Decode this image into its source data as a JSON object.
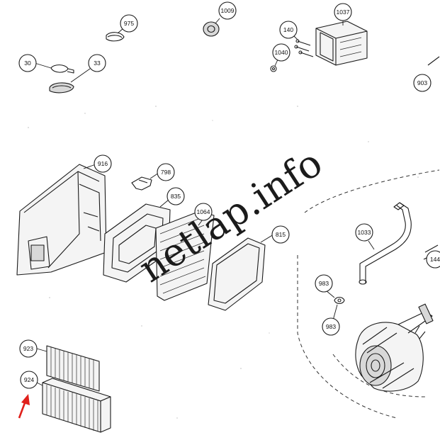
{
  "callouts": [
    {
      "id": "c-1009",
      "label": "1009"
    },
    {
      "id": "c-975",
      "label": "975"
    },
    {
      "id": "c-1037",
      "label": "1037"
    },
    {
      "id": "c-140",
      "label": "140"
    },
    {
      "id": "c-1040",
      "label": "1040"
    },
    {
      "id": "c-30",
      "label": "30"
    },
    {
      "id": "c-33",
      "label": "33"
    },
    {
      "id": "c-903",
      "label": "903"
    },
    {
      "id": "c-916",
      "label": "916"
    },
    {
      "id": "c-798",
      "label": "798"
    },
    {
      "id": "c-835",
      "label": "835"
    },
    {
      "id": "c-1064",
      "label": "1064"
    },
    {
      "id": "c-815",
      "label": "815"
    },
    {
      "id": "c-1033",
      "label": "1033"
    },
    {
      "id": "c-144",
      "label": "144"
    },
    {
      "id": "c-983a",
      "label": "983"
    },
    {
      "id": "c-983b",
      "label": "983"
    },
    {
      "id": "c-923",
      "label": "923"
    },
    {
      "id": "c-924",
      "label": "924"
    }
  ],
  "watermark": {
    "text": "netlap.info"
  },
  "colors": {
    "ink": "#1a1a1a",
    "arrow": "#e0201b",
    "background": "#ffffff"
  }
}
